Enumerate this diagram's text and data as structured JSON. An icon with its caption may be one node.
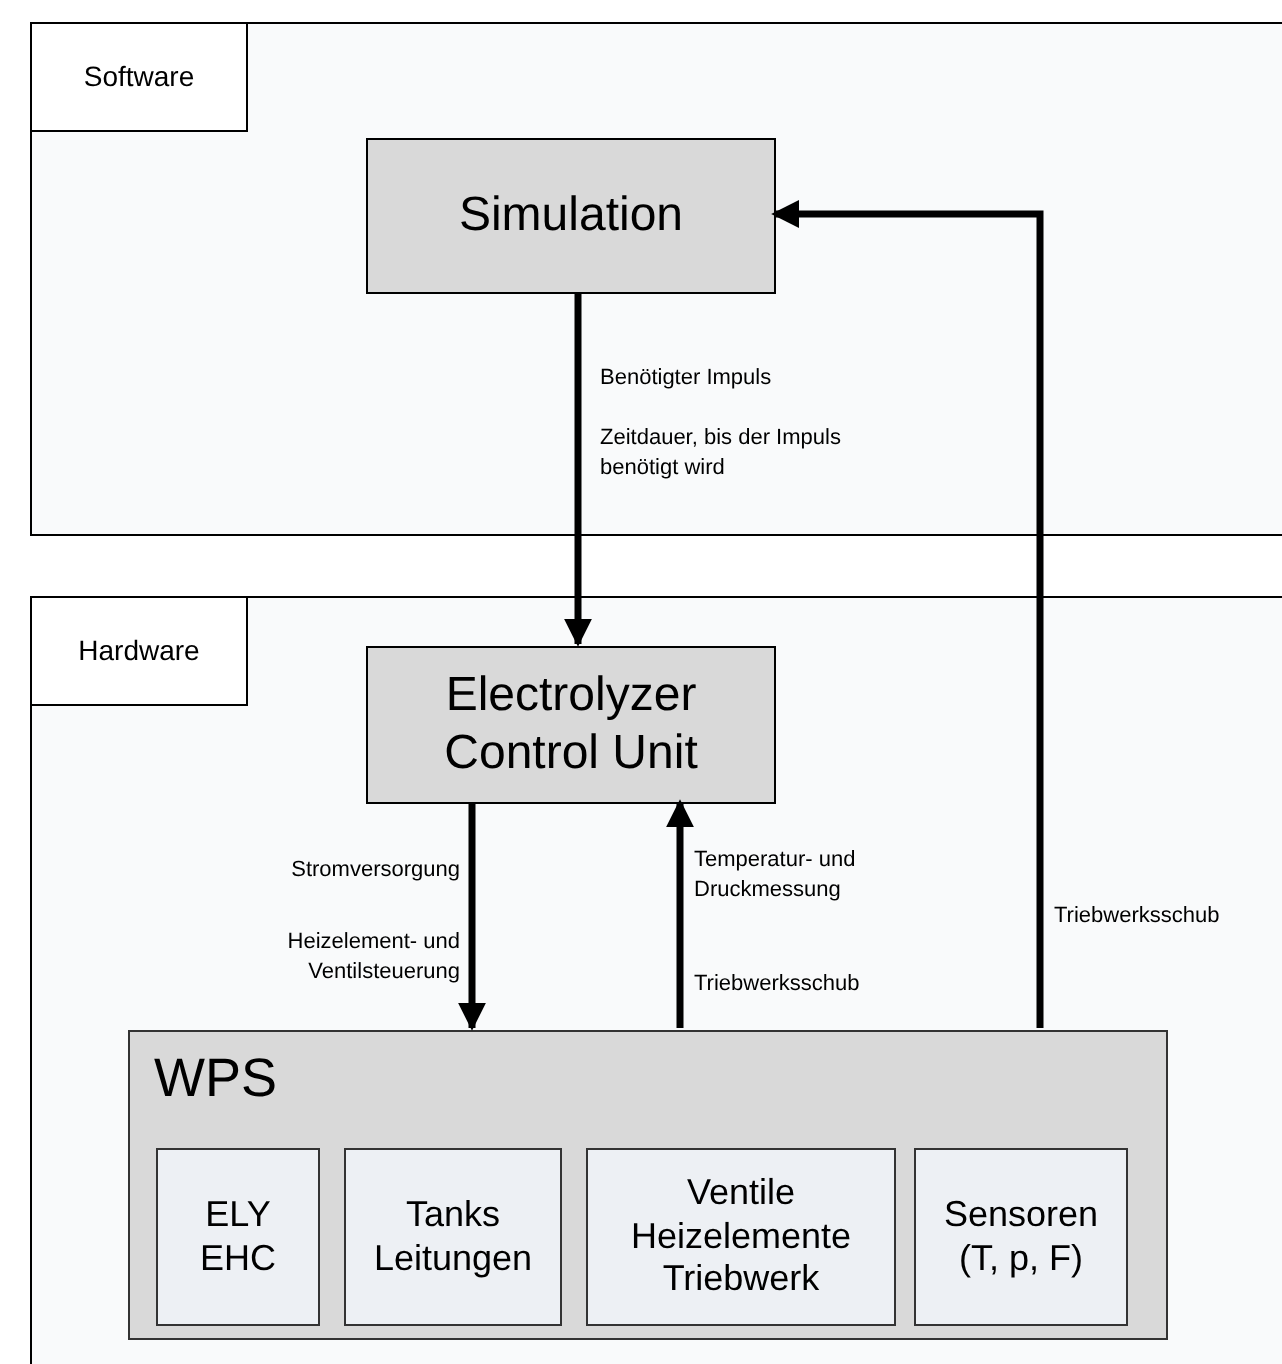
{
  "diagram": {
    "nodes": [
      {
        "text": [
          "Software"
        ]
      },
      {
        "text": [
          "Simulation"
        ],
        "in": 0
      },
      {
        "text": [
          "Hardware"
        ]
      },
      {
        "text": [
          "Electrolyzer Control Unit"
        ],
        "in": 2
      },
      {
        "text": [
          "WPS"
        ],
        "in": 2
      },
      {
        "text": [
          "ELY EHC"
        ],
        "in": 4
      },
      {
        "text": [
          "Tanks Leitungen"
        ],
        "in": 4
      },
      {
        "text": [
          "Ventile Heizelemente Triebwerk"
        ],
        "in": 4
      },
      {
        "text": [
          "Sensoren (T, p, F)"
        ],
        "in": 4
      }
    ],
    "edges": [
      {
        "from": 1,
        "to": 3,
        "arrow": "to",
        "label": "Benötigter Impuls"
      },
      {
        "from": 3,
        "to": 4,
        "arrow": "to",
        "label": "Stromversorgung"
      },
      {
        "from": 4,
        "to": 3,
        "arrow": "to",
        "label": "Temperatur- und Druckmessung"
      },
      {
        "from": 4,
        "to": 1,
        "arrow": "to",
        "label": "Triebwerksschub"
      }
    ],
    "labels": [
      "Zeitdauer, bis der Impuls benötigt wird",
      "Heizelement- und Ventilsteuerung",
      "Triebwerksschub"
    ]
  }
}
